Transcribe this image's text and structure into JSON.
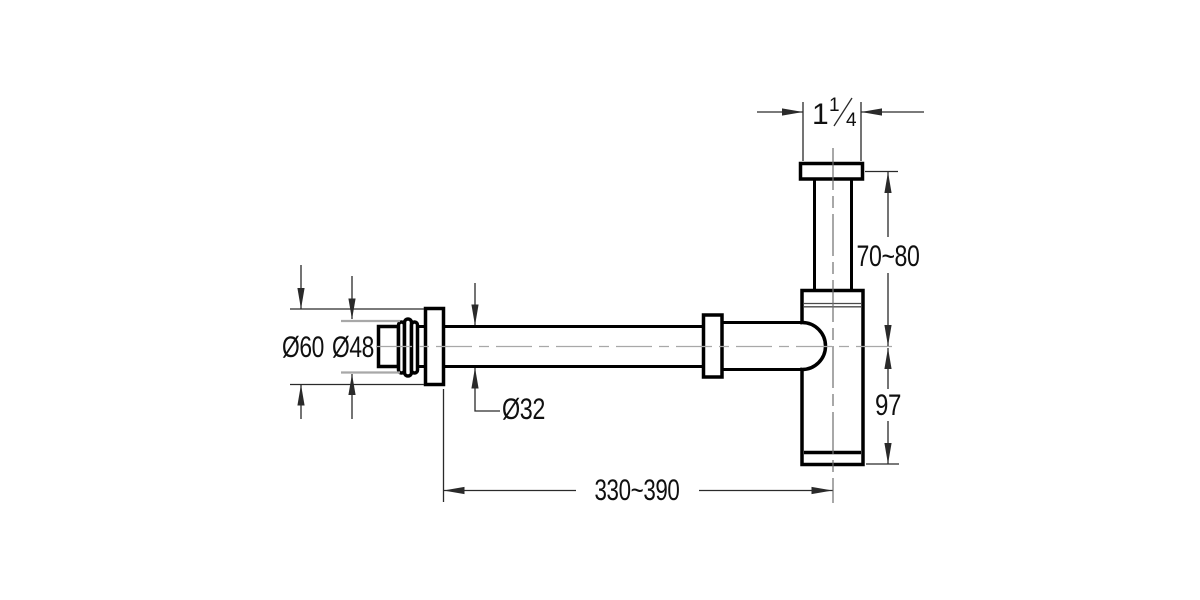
{
  "drawing": {
    "dimensions": {
      "inlet_thread_size": {
        "whole": "1",
        "numerator": "1",
        "denominator": "4"
      },
      "inlet_pipe_height": "70~80",
      "body_height": "97",
      "flange_diameter": "Ø60",
      "connector_diameter": "Ø48",
      "outlet_pipe_diameter": "Ø32",
      "outlet_pipe_length": "330~390"
    },
    "colors": {
      "object_line": "#000000",
      "dimension_line": "#2a2a2a",
      "centerline": "#a8a8a8",
      "background": "#ffffff"
    }
  }
}
